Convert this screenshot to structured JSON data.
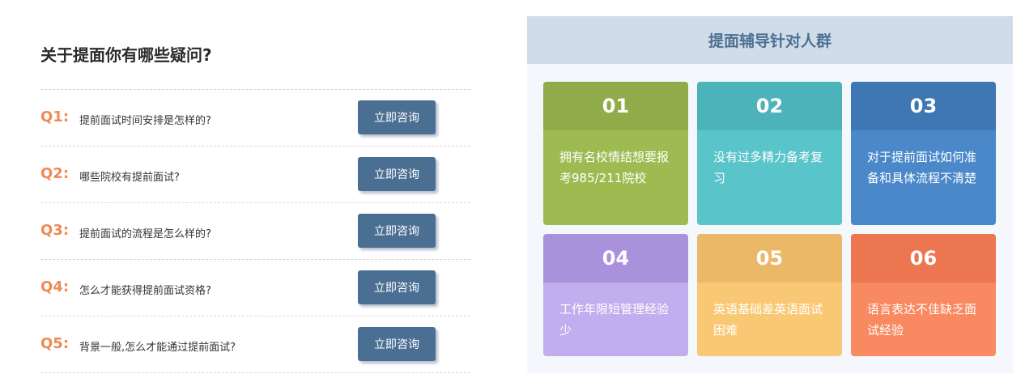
{
  "faq": {
    "title": "关于提面你有哪些疑问?",
    "items": [
      {
        "q": "Q1:",
        "text": "提前面试时间安排是怎样的?",
        "button": "立即咨询"
      },
      {
        "q": "Q2:",
        "text": "哪些院校有提前面试?",
        "button": "立即咨询"
      },
      {
        "q": "Q3:",
        "text": "提前面试的流程是怎么样的?",
        "button": "立即咨询"
      },
      {
        "q": "Q4:",
        "text": "怎么才能获得提前面试资格?",
        "button": "立即咨询"
      },
      {
        "q": "Q5:",
        "text": "背景一般,怎么才能通过提前面试?",
        "button": "立即咨询"
      }
    ]
  },
  "audience": {
    "title": "提面辅导针对人群",
    "cards": [
      {
        "num": "01",
        "text": "拥有名校情结想要报考985/211院校"
      },
      {
        "num": "02",
        "text": "没有过多精力备考复习"
      },
      {
        "num": "03",
        "text": "对于提前面试如何准备和具体流程不清楚"
      },
      {
        "num": "04",
        "text": "工作年限短管理经验少"
      },
      {
        "num": "05",
        "text": "英语基础差英语面试困难"
      },
      {
        "num": "06",
        "text": "语言表达不佳缺乏面试经验"
      }
    ]
  },
  "colors": {
    "question_accent": "#ee8a54",
    "button_bg": "#4a6f92",
    "panel_header_bg": "#d0dde9",
    "panel_title": "#4d6f91"
  }
}
